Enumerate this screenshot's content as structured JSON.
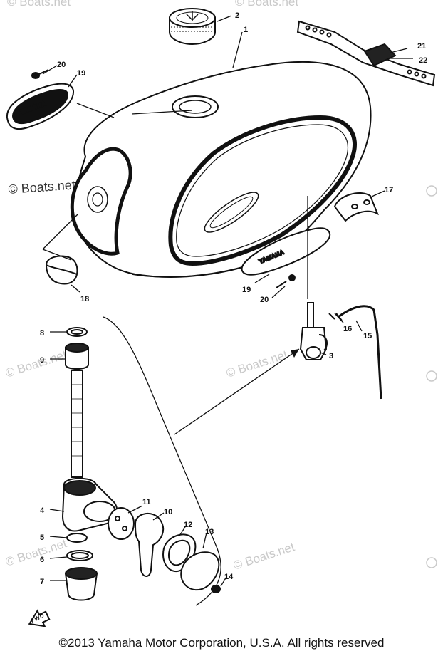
{
  "watermark": {
    "dark_text": "© Boats.net",
    "light_text": "© Boats.net"
  },
  "callouts": [
    "1",
    "2",
    "3",
    "4",
    "5",
    "6",
    "7",
    "8",
    "9",
    "10",
    "11",
    "12",
    "13",
    "14",
    "15",
    "16",
    "17",
    "18",
    "19",
    "20",
    "21",
    "22"
  ],
  "emblem_text": "YAMAHA",
  "fwd_text": "FWD",
  "copyright": "©2013 Yamaha Motor Corporation, U.S.A. All rights reserved"
}
